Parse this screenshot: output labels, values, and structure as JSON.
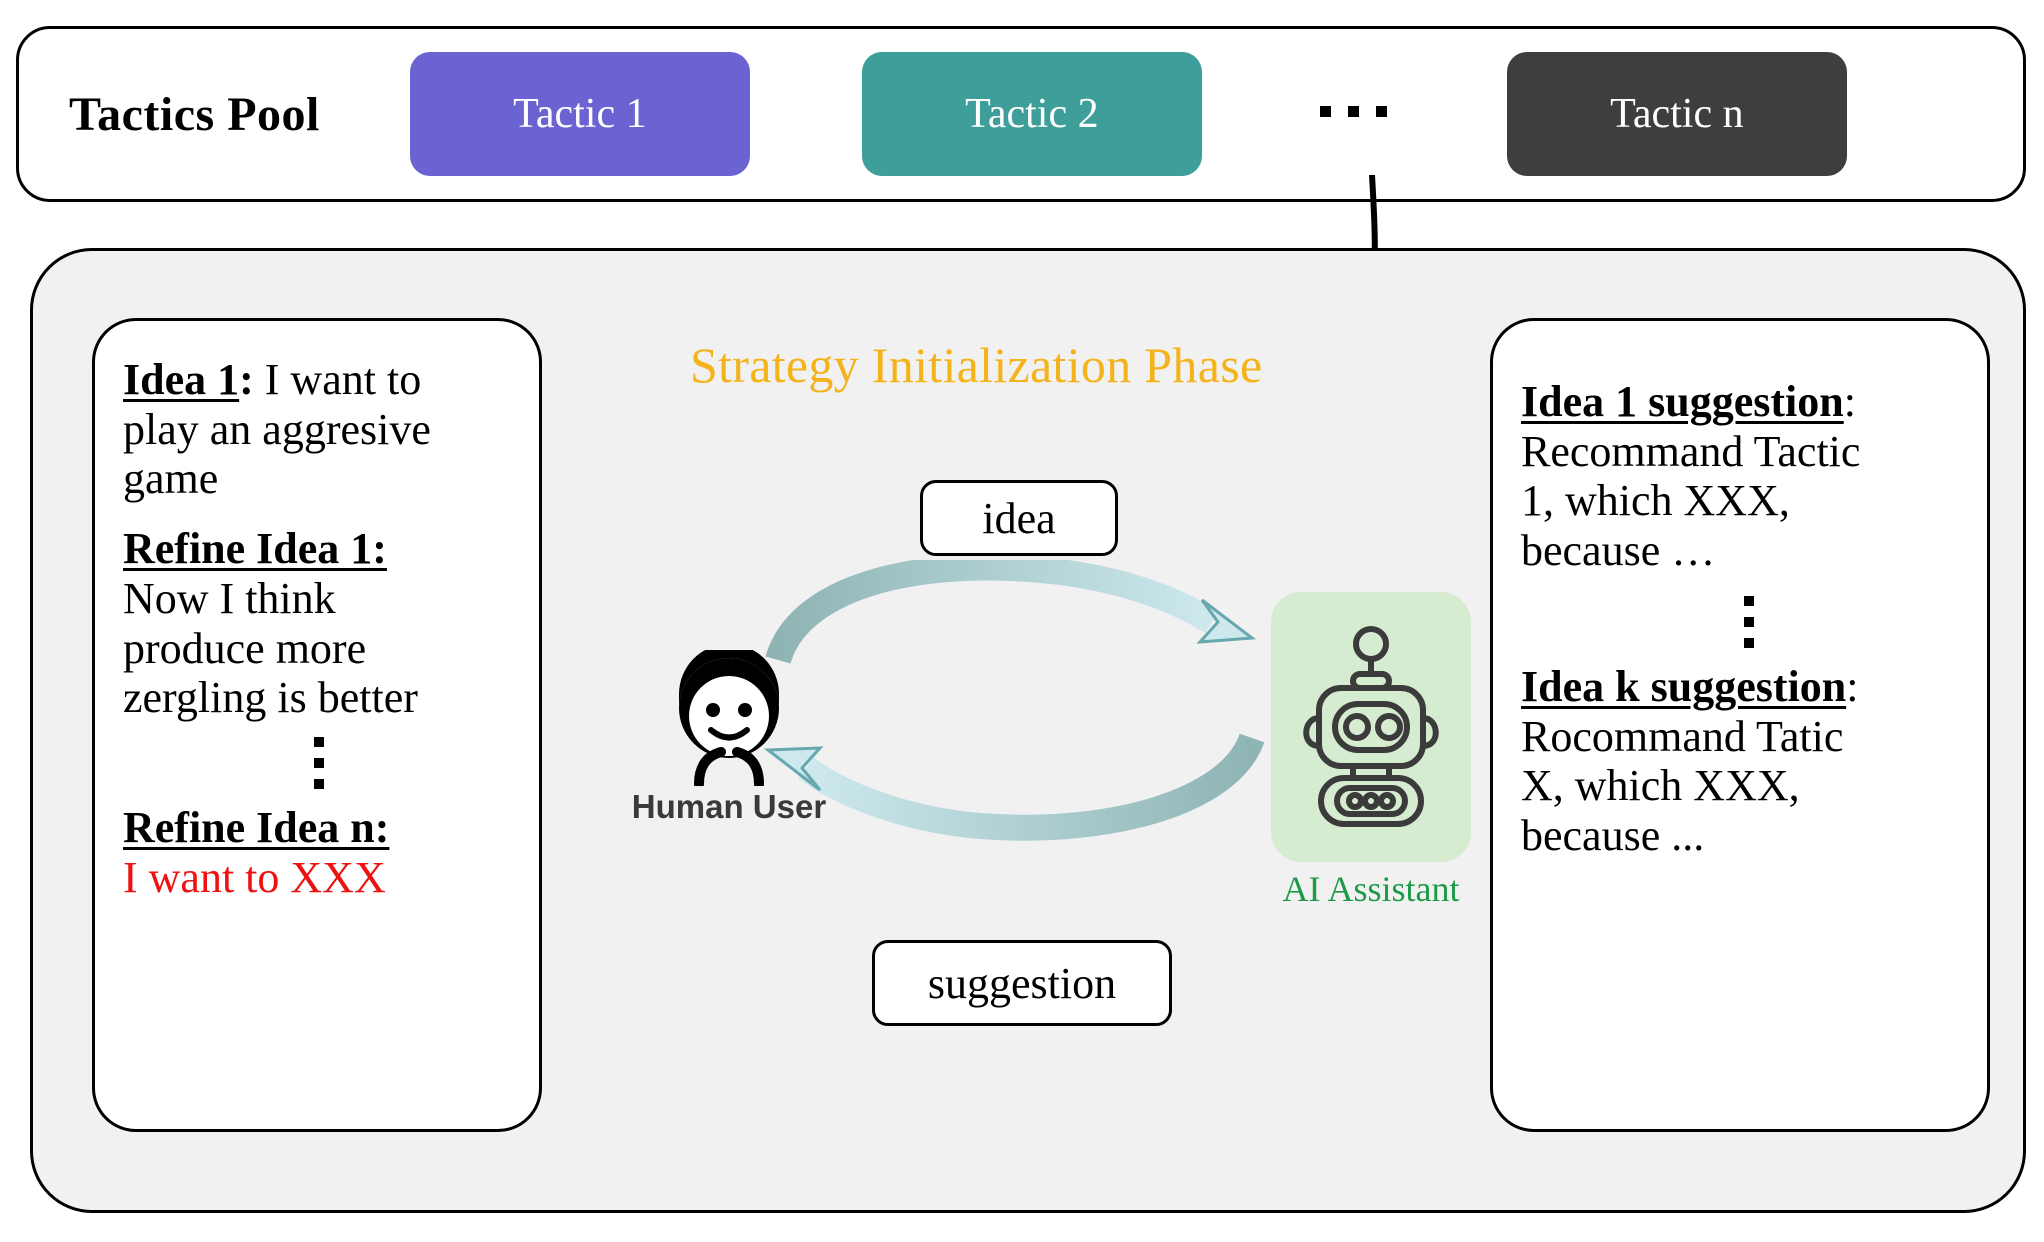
{
  "tactics_pool": {
    "title": "Tactics Pool",
    "ellipsis": "...",
    "tactics": [
      {
        "label": "Tactic 1",
        "color": "#6B63D2"
      },
      {
        "label": "Tactic 2",
        "color": "#3E9E99"
      },
      {
        "label": "Tactic n",
        "color": "#3E3E3E"
      }
    ]
  },
  "phase": {
    "title": "Strategy Initialization Phase",
    "title_color": "#F5B31B"
  },
  "left_panel": {
    "idea1_label": "Idea 1",
    "idea1_colon": ":",
    "idea1_text_l1": " I want to",
    "idea1_text_l2": "play an aggresive",
    "idea1_text_l3": "game",
    "refine1_label": "Refine Idea 1:",
    "refine1_text_l1": "Now I think",
    "refine1_text_l2": "produce more",
    "refine1_text_l3": "zergling is better",
    "refinen_label": "Refine Idea n:",
    "refinen_text": "I want to XXX",
    "refinen_text_color": "#EE1111"
  },
  "right_panel": {
    "idea1_sugg_label": "Idea 1 suggestion",
    "idea1_sugg_colon": ":",
    "idea1_sugg_l1": "Recommand Tactic",
    "idea1_sugg_l2": "1, which XXX,",
    "idea1_sugg_l3": "because …",
    "ideak_sugg_label": "Idea k suggestion",
    "ideak_sugg_colon": ":",
    "ideak_sugg_l1": "Rocommand Tatic",
    "ideak_sugg_l2": "X, which XXX,",
    "ideak_sugg_l3": "because ..."
  },
  "center": {
    "idea_box": "idea",
    "suggestion_box": "suggestion",
    "human_label": "Human User",
    "ai_label": "AI Assistant",
    "ai_badge_color": "#D6ECD1",
    "arrow_color": "#6FB8B8"
  }
}
